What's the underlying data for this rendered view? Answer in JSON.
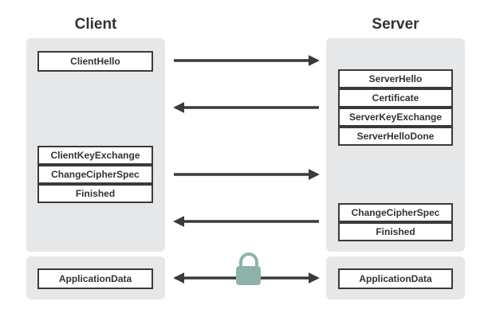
{
  "columns": {
    "client": "Client",
    "server": "Server"
  },
  "client_messages": {
    "hello": "ClientHello",
    "key_exchange_group": [
      "ClientKeyExchange",
      "ChangeCipherSpec",
      "Finished"
    ],
    "app_data": "ApplicationData"
  },
  "server_messages": {
    "hello_group": [
      "ServerHello",
      "Certificate",
      "ServerKeyExchange",
      "ServerHelloDone"
    ],
    "finish_group": [
      "ChangeCipherSpec",
      "Finished"
    ],
    "app_data": "ApplicationData"
  },
  "colors": {
    "panel": "#e6e7e9",
    "arrow": "#3a3a3a",
    "lock": "#8fb3ab",
    "text": "#333333"
  },
  "icons": {
    "secure_channel": "lock-icon"
  }
}
